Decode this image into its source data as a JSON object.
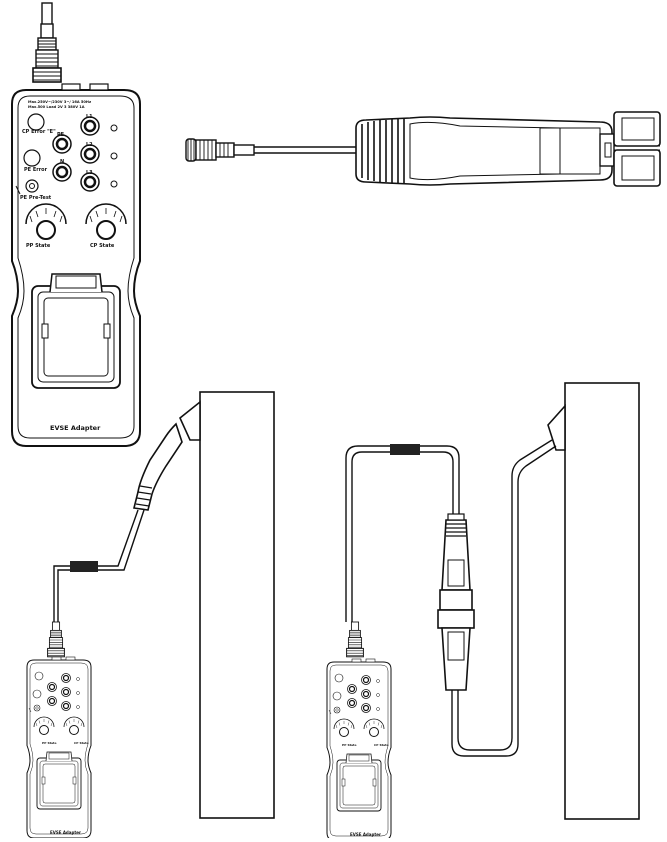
{
  "device": {
    "spec_line1": "Max.250V~/230V 3~/ 16A 50Hz",
    "spec_line2": "Max.500 Load 2V 3 380V 1A",
    "cp_error_label": "CP Error \"E\"",
    "pe_error_label": "PE Error",
    "pe_label": "PE",
    "n_label": "N",
    "l1_label": "L1",
    "l2_label": "L2",
    "l3_label": "L3",
    "pe_pre_test_label": "PE Pre-Test",
    "pp_state_label": "PP State",
    "cp_state_label": "CP State",
    "adapter_label": "EVSE Adapter"
  },
  "small_device": {
    "pp_state_label": "PP State",
    "cp_state_label": "CP State",
    "adapter_label": "EVSE Adapter"
  },
  "colors": {
    "line": "#111111",
    "fill": "#ffffff",
    "cable_band": "#222222"
  }
}
